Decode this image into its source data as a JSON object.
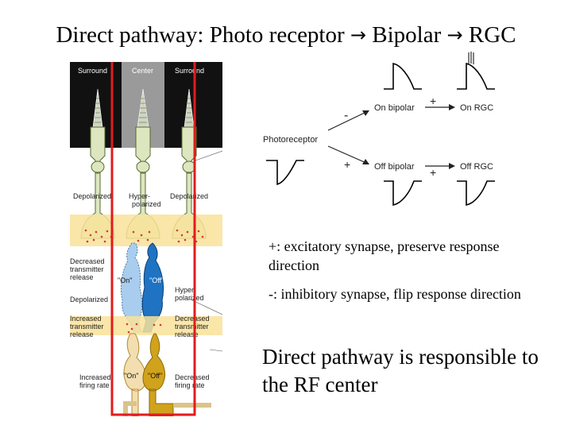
{
  "title": {
    "prefix": "Direct pathway: Photo receptor",
    "arrow": "→",
    "mid": "Bipolar",
    "suffix": "RGC"
  },
  "retina_figure": {
    "header": {
      "left": "Surround",
      "center": "Center",
      "right": "Surround"
    },
    "states": {
      "left": "Depolarized",
      "center_line1": "Hyper-",
      "center_line2": "polarized",
      "right": "Depolarized"
    },
    "left_labels": {
      "decreased_1": "Decreased",
      "decreased_2": "transmitter",
      "decreased_3": "release",
      "depolarized": "Depolarized",
      "increased_1": "Increased",
      "increased_2": "transmitter",
      "increased_3": "release",
      "firing_1": "Increased",
      "firing_2": "firing rate"
    },
    "right_labels": {
      "hyper_1": "Hyper-",
      "hyper_2": "polarized",
      "decreased_1": "Decreased",
      "decreased_2": "transmitter",
      "decreased_3": "release",
      "firing_1": "Decreased",
      "firing_2": "firing rate"
    },
    "cells": {
      "on_bipolar": "\"On\"",
      "off_bipolar": "\"Off\"",
      "on_ganglion": "\"On\"",
      "off_ganglion": "\"Off\""
    },
    "colors": {
      "highlight": "#e31b1b",
      "yellow_band": "#f9e29a",
      "photoreceptor": "#dde6bf",
      "on_bipolar": "#a9cdee",
      "off_bipolar": "#1f73c2",
      "on_ganglion": "#f2deb0",
      "off_ganglion": "#d1a21c"
    }
  },
  "schematic": {
    "photoreceptor": "Photoreceptor",
    "on_bipolar": "On bipolar",
    "off_bipolar": "Off bipolar",
    "on_rgc": "On RGC",
    "off_rgc": "Off RGC",
    "sign_minus": "-",
    "sign_plus": "+"
  },
  "notes": {
    "excitatory": "+: excitatory synapse, preserve response direction",
    "inhibitory": "-: inhibitory synapse, flip response direction"
  },
  "conclusion": "Direct pathway is responsible to the RF center"
}
